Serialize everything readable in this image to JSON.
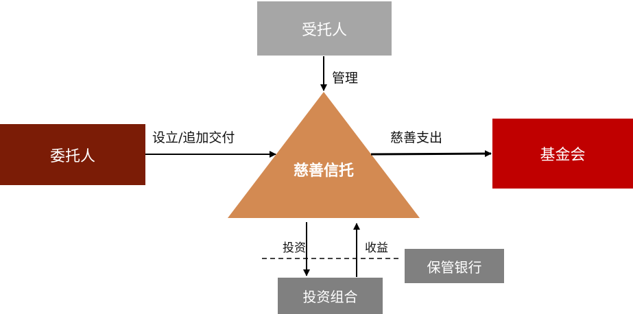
{
  "nodes": {
    "trustee": "受托人",
    "settlor": "委托人",
    "trust": "慈善信托",
    "foundation": "基金会",
    "custodian_bank": "保管银行",
    "portfolio": "投资组合"
  },
  "edges": {
    "manage": "管理",
    "establish_deliver": "设立/追加交付",
    "charity_spending": "慈善支出",
    "invest": "投资",
    "returns": "收益"
  },
  "colors": {
    "trustee": "#a6a6a6",
    "settlor": "#7b1c06",
    "trust": "#d38a52",
    "foundation": "#c00000",
    "custodian_bank": "#808080",
    "portfolio": "#808080",
    "arrow": "#000000"
  }
}
